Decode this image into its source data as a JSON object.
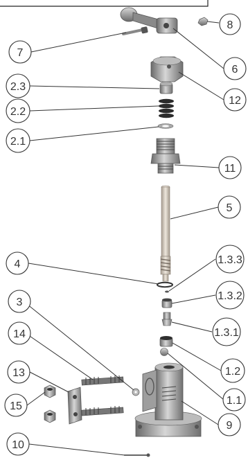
{
  "callouts": [
    {
      "id": "c8",
      "label": "8"
    },
    {
      "id": "c7",
      "label": "7"
    },
    {
      "id": "c6",
      "label": "6"
    },
    {
      "id": "c2_3",
      "label": "2.3"
    },
    {
      "id": "c12",
      "label": "12"
    },
    {
      "id": "c2_2",
      "label": "2.2"
    },
    {
      "id": "c2_1",
      "label": "2.1"
    },
    {
      "id": "c11",
      "label": "11"
    },
    {
      "id": "c5",
      "label": "5"
    },
    {
      "id": "c4",
      "label": "4"
    },
    {
      "id": "c1_3_3",
      "label": "1.3.3"
    },
    {
      "id": "c3",
      "label": "3"
    },
    {
      "id": "c1_3_2",
      "label": "1.3.2"
    },
    {
      "id": "c14",
      "label": "14"
    },
    {
      "id": "c1_3_1",
      "label": "1.3.1"
    },
    {
      "id": "c13",
      "label": "13"
    },
    {
      "id": "c1_2",
      "label": "1.2"
    },
    {
      "id": "c15",
      "label": "15"
    },
    {
      "id": "c1_1",
      "label": "1.1"
    },
    {
      "id": "c9",
      "label": "9"
    },
    {
      "id": "c10",
      "label": "10"
    }
  ],
  "colors": {
    "metal_light": "#c9c9c9",
    "metal_mid": "#9a9a9a",
    "metal_dark": "#5e5e5e",
    "rod": "#d8cfc4",
    "line": "#333333"
  }
}
